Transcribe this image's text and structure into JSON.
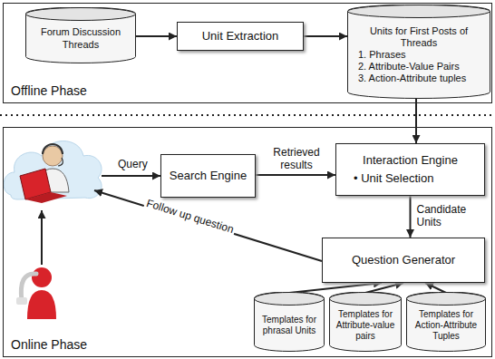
{
  "diagram": {
    "nodes": [
      {
        "text": [
          "Offline Phase"
        ]
      },
      {
        "text": [
          "Forum Discussion Threads"
        ],
        "in": 0
      },
      {
        "text": [
          "Unit Extraction"
        ],
        "in": 0
      },
      {
        "text": [
          "Units for First Posts of Threads",
          "1. Phrases",
          "2. Attribute-Value Pairs",
          "3. Action-Attribute tuples"
        ],
        "in": 0
      },
      {
        "text": [
          "Online Phase"
        ]
      },
      {
        "text": [
          "Search Engine"
        ],
        "in": 4
      },
      {
        "text": [
          "Interaction Engine",
          "• Unit Selection"
        ],
        "in": 4
      },
      {
        "text": [
          "Question Generator"
        ],
        "in": 4
      },
      {
        "text": [
          "Templates for phrasal Units"
        ],
        "in": 4
      },
      {
        "text": [
          "Templates for Attribute-value pairs"
        ],
        "in": 4
      },
      {
        "text": [
          "Templates for Action-Attribute Tuples"
        ],
        "in": 4
      }
    ],
    "edges": [
      {
        "from": 1,
        "to": 2,
        "arrow": "to"
      },
      {
        "from": 2,
        "to": 3,
        "arrow": "to"
      },
      {
        "from": 3,
        "to": 6,
        "arrow": "to"
      },
      {
        "from": 5,
        "to": 6,
        "label": "Retrieved results",
        "arrow": "to"
      },
      {
        "from": 6,
        "to": 7,
        "label": "Candidate Units",
        "arrow": "to"
      },
      {
        "from": 8,
        "to": 7,
        "arrow": "to"
      },
      {
        "from": 9,
        "to": 7,
        "arrow": "to"
      },
      {
        "from": 10,
        "to": 7,
        "arrow": "to"
      }
    ],
    "labels": [
      "Query",
      "Follow up question"
    ]
  }
}
